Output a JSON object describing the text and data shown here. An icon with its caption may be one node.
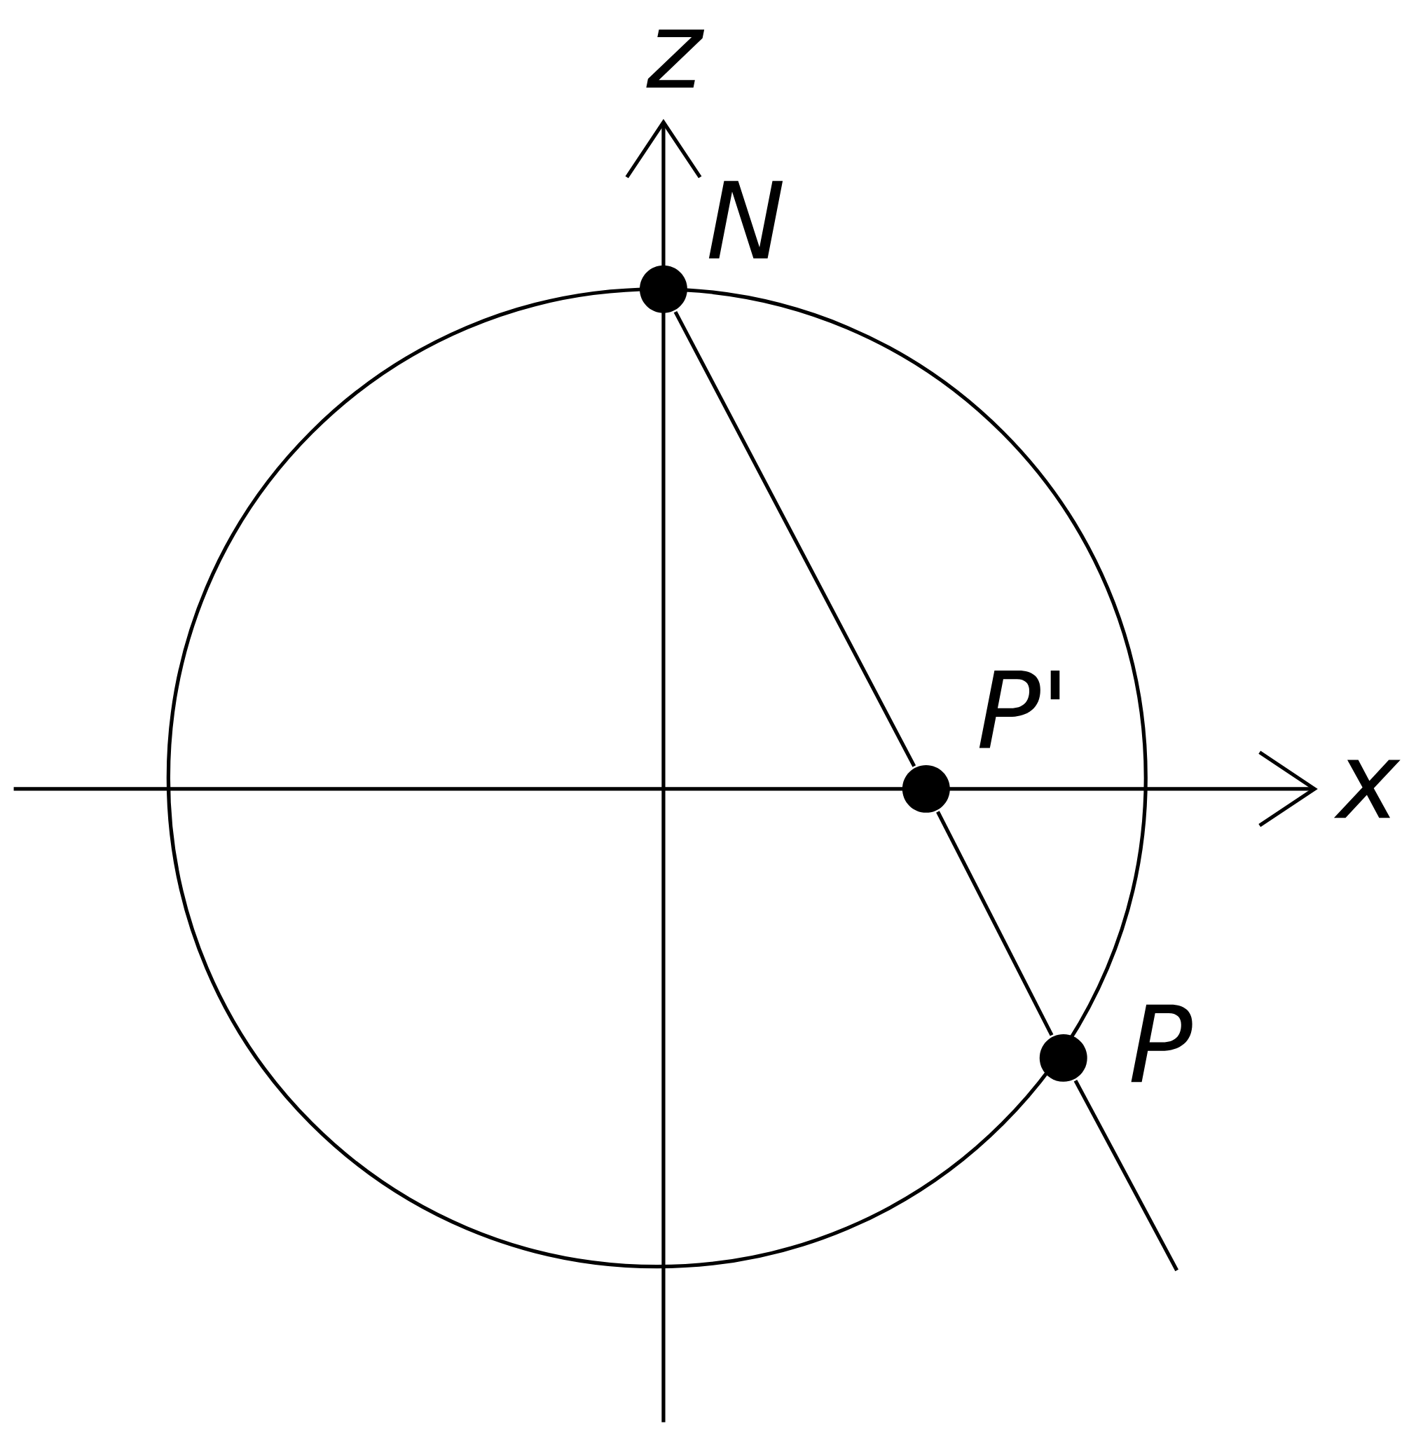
{
  "diagram": {
    "nodes": [
      {
        "text": [],
        "shape": "circle",
        "beside": [
          "N"
        ]
      },
      {
        "text": [],
        "shape": "circle",
        "beside": [
          "P'"
        ]
      },
      {
        "text": [],
        "shape": "circle",
        "beside": [
          "P"
        ]
      }
    ],
    "edges": [
      {
        "from": 0,
        "to": 1,
        "arrow": "none"
      },
      {
        "from": 1,
        "to": 2,
        "arrow": "none"
      },
      {
        "from": 2,
        "to": null,
        "arrow": "none"
      }
    ],
    "labels": [
      "z",
      "x"
    ]
  }
}
